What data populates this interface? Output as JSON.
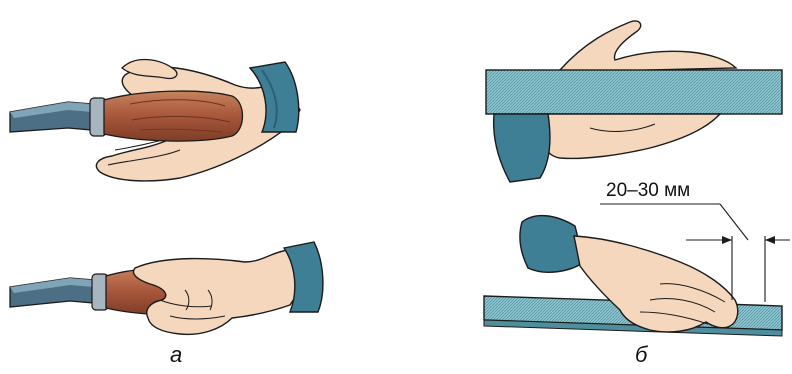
{
  "dimension": {
    "label": "20–30 мм"
  },
  "captions": {
    "a": "а",
    "b": "б"
  },
  "colors": {
    "skin": "#f4d7bd",
    "skin_shadow": "#e2b694",
    "outline": "#1b1b1b",
    "sleeve": "#3f7f96",
    "sleeve_dark": "#2c5f72",
    "handle": "#a8573b",
    "handle_light": "#c77a52",
    "steel": "#4d6f86",
    "steel_light": "#8fb3c4",
    "ferrule": "#a7b6be",
    "file": "#6aa7b4",
    "file_light": "#9dd0d8"
  },
  "icons": [
    "chisel-icon",
    "file-icon",
    "hand-icon",
    "sleeve-icon"
  ]
}
